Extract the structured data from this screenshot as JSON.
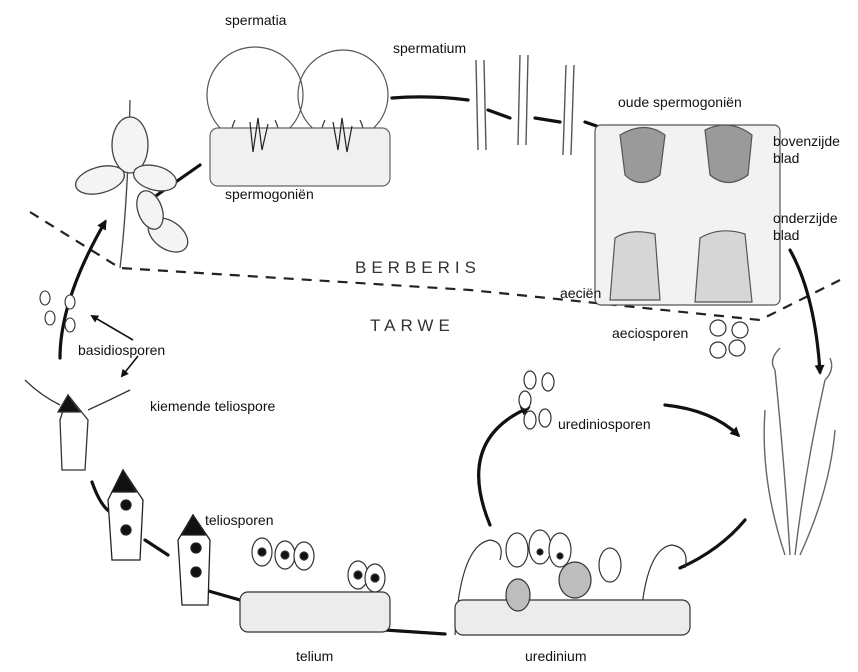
{
  "diagram": {
    "hosts": {
      "upper": "BERBERIS",
      "lower": "TARWE"
    },
    "labels": {
      "spermatia": "spermatia",
      "spermatium": "spermatium",
      "spermogonien": "spermogoniën",
      "oude_spermogonien": "oude spermogoniën",
      "bovenzijde_blad_1": "bovenzijde",
      "bovenzijde_blad_2": "blad",
      "onderzijde_blad_1": "onderzijde",
      "onderzijde_blad_2": "blad",
      "aecien": "aeciën",
      "aeciosporen": "aeciosporen",
      "urediniosporen": "urediniosporen",
      "uredinium": "uredinium",
      "telium": "telium",
      "teliosporen": "teliosporen",
      "kiemende_teliospore": "kiemende teliospore",
      "basidiosporen": "basidiosporen"
    },
    "colors": {
      "ink": "#111111",
      "line": "#1a1a1a",
      "sketch": "#555555",
      "fill_grey": "#bdbdbd"
    }
  }
}
